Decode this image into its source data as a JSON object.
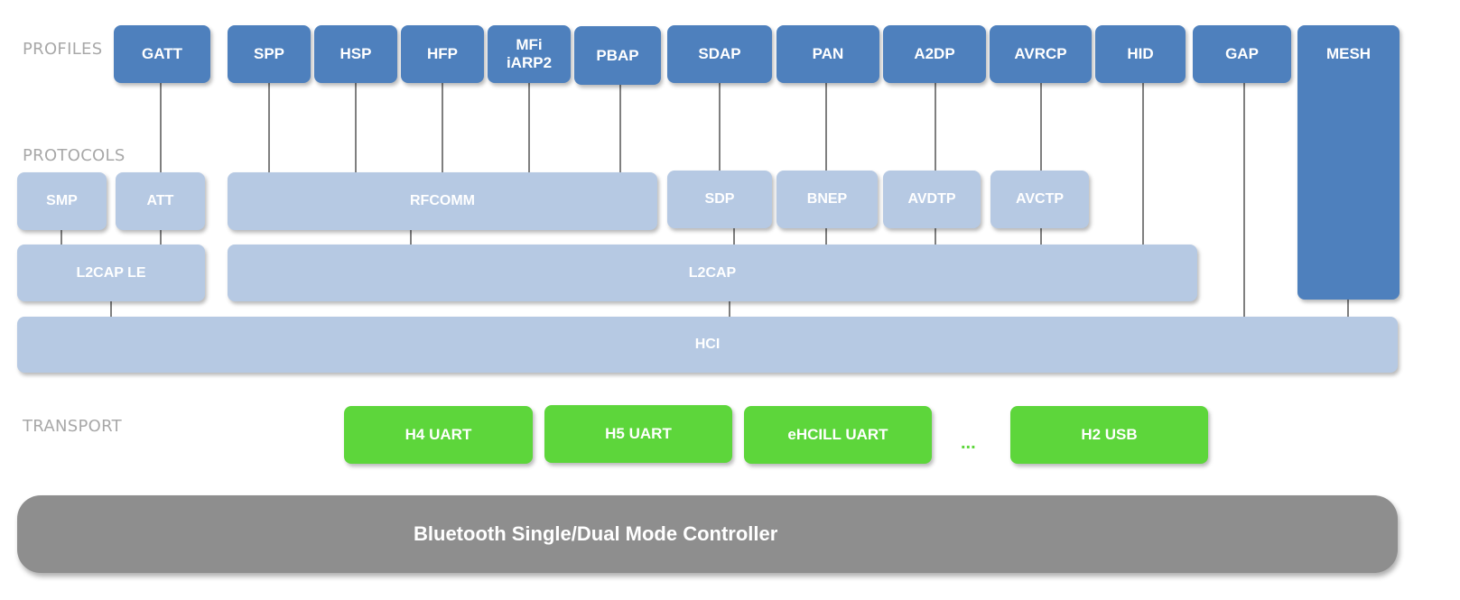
{
  "layers": {
    "profiles": "PROFILES",
    "protocols": "PROTOCOLS",
    "transport": "TRANSPORT"
  },
  "profiles": {
    "gatt": "GATT",
    "spp": "SPP",
    "hsp": "HSP",
    "hfp": "HFP",
    "mfi_line1": "MFi",
    "mfi_line2": "iARP2",
    "pbap": "PBAP",
    "sdap": "SDAP",
    "pan": "PAN",
    "a2dp": "A2DP",
    "avrcp": "AVRCP",
    "hid": "HID",
    "gap": "GAP",
    "mesh": "MESH"
  },
  "protocols": {
    "smp": "SMP",
    "att": "ATT",
    "rfcomm": "RFCOMM",
    "sdp": "SDP",
    "bnep": "BNEP",
    "avdtp": "AVDTP",
    "avctp": "AVCTP",
    "l2cap_le": "L2CAP LE",
    "l2cap": "L2CAP",
    "hci": "HCI"
  },
  "transport": {
    "h4": "H4 UART",
    "h5": "H5 UART",
    "ehcill": "eHCILL UART",
    "ellipsis": "...",
    "h2": "H2 USB"
  },
  "controller": "Bluetooth Single/Dual Mode Controller",
  "colors": {
    "profile": "#4e80bd",
    "protocol": "#b6c9e3",
    "transport": "#5dd63b",
    "controller": "#8e8e8e",
    "layer_label": "#a8a8a8"
  }
}
